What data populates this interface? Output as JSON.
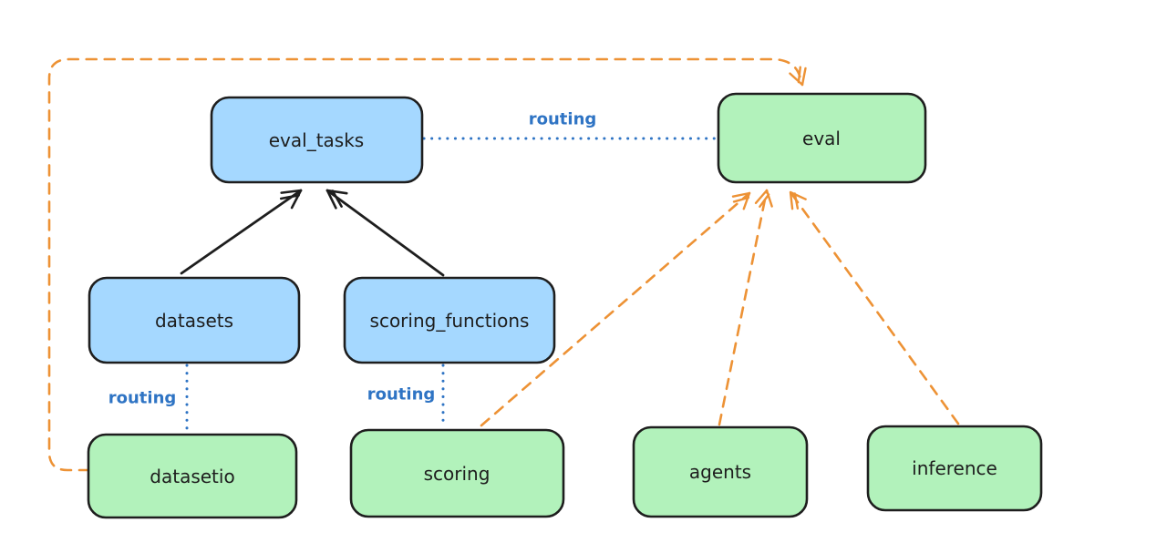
{
  "diagram": {
    "background": "#ffffff",
    "colors": {
      "node_blue_fill": "#a5d8ff",
      "node_green_fill": "#b2f2bb",
      "node_stroke": "#1e1e1e",
      "solid_arrow": "#1e1e1e",
      "dashed_arrow_orange": "#ed9235",
      "routing_blue": "#2f74c4"
    },
    "nodes": [
      {
        "id": "eval_tasks",
        "label": "eval_tasks",
        "color": "blue"
      },
      {
        "id": "eval",
        "label": "eval",
        "color": "green"
      },
      {
        "id": "datasets",
        "label": "datasets",
        "color": "blue"
      },
      {
        "id": "scoring_functions",
        "label": "scoring_functions",
        "color": "blue"
      },
      {
        "id": "datasetio",
        "label": "datasetio",
        "color": "green"
      },
      {
        "id": "scoring",
        "label": "scoring",
        "color": "green"
      },
      {
        "id": "agents",
        "label": "agents",
        "color": "green"
      },
      {
        "id": "inference",
        "label": "inference",
        "color": "green"
      }
    ],
    "edges": [
      {
        "from": "datasets",
        "to": "eval_tasks",
        "style": "solid-arrow",
        "color": "black"
      },
      {
        "from": "scoring_functions",
        "to": "eval_tasks",
        "style": "solid-arrow",
        "color": "black"
      },
      {
        "from": "eval_tasks",
        "to": "eval",
        "style": "dotted-line",
        "color": "blue",
        "label": "routing"
      },
      {
        "from": "datasets",
        "to": "datasetio",
        "style": "dotted-line",
        "color": "blue",
        "label": "routing"
      },
      {
        "from": "scoring_functions",
        "to": "scoring",
        "style": "dotted-line",
        "color": "blue",
        "label": "routing"
      },
      {
        "from": "datasetio",
        "to": "eval",
        "style": "dashed-arrow",
        "color": "orange"
      },
      {
        "from": "scoring",
        "to": "eval",
        "style": "dashed-arrow",
        "color": "orange"
      },
      {
        "from": "agents",
        "to": "eval",
        "style": "dashed-arrow",
        "color": "orange"
      },
      {
        "from": "inference",
        "to": "eval",
        "style": "dashed-arrow",
        "color": "orange"
      }
    ]
  }
}
